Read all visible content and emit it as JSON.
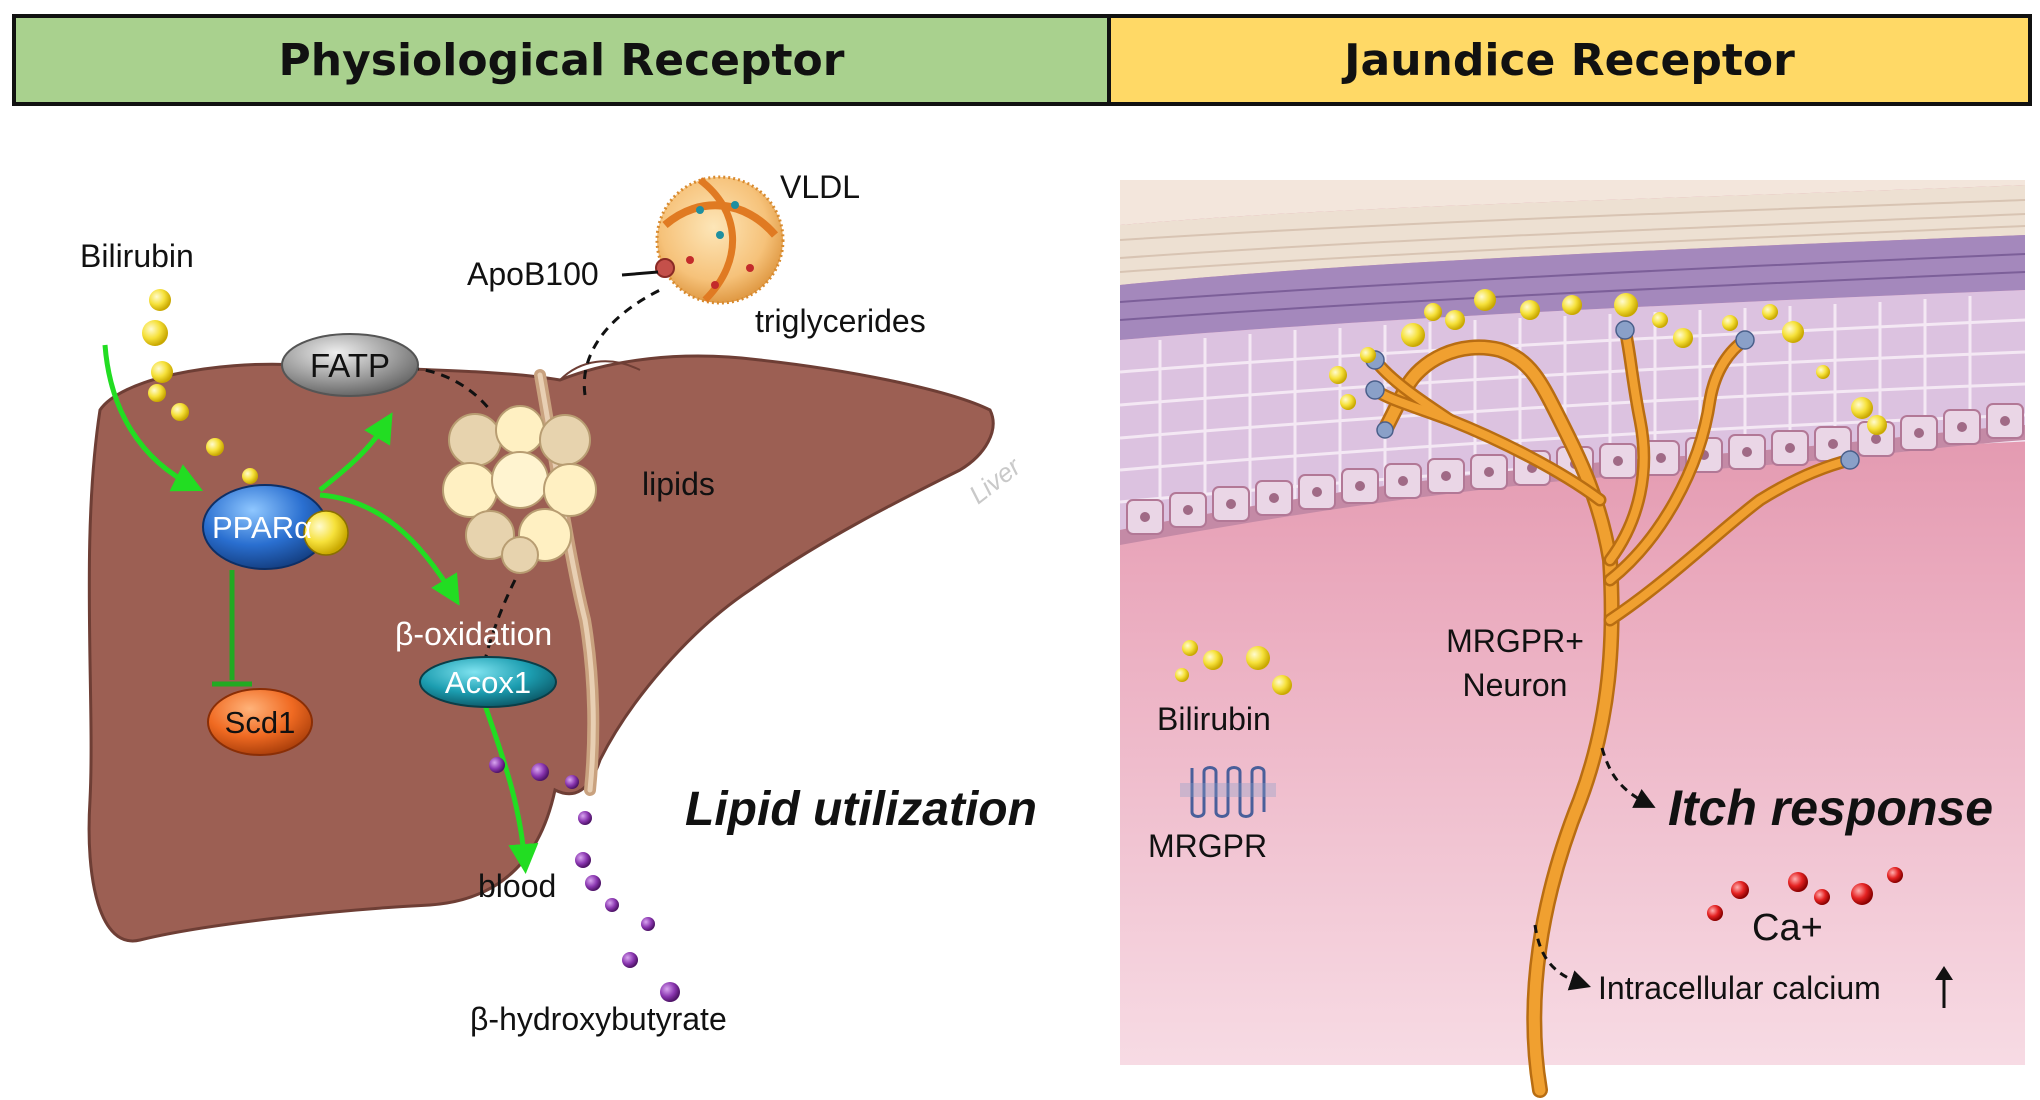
{
  "headers": {
    "left": "Physiological Receptor",
    "right": "Jaundice Receptor"
  },
  "liver": {
    "organ_label": "Liver",
    "bilirubin": "Bilirubin",
    "ppar": "PPARα",
    "fatp": "FATP",
    "scd1": "Scd1",
    "beta_oxidation": "β-oxidation",
    "acox1": "Acox1",
    "lipids": "lipids",
    "vldl": "VLDL",
    "apob100": "ApoB100",
    "triglycerides": "triglycerides",
    "blood": "blood",
    "hydroxybutyrate": "β-hydroxybutyrate",
    "lipid_utilization": "Lipid utilization"
  },
  "skin": {
    "bilirubin": "Bilirubin",
    "mrgpr": "MRGPR",
    "neuron_line1": "MRGPR+",
    "neuron_line2": "Neuron",
    "itch_response": "Itch response",
    "ca": "Ca+",
    "intracellular": "Intracellular calcium"
  },
  "colors": {
    "header_left": "#a9d18e",
    "header_right": "#ffd966",
    "liver": "#9c5f53",
    "arrow_green": "#22dd22",
    "neuron": "#f0a030",
    "bilirubin_dot": "#f6e13a",
    "ketone_dot": "#7a2a9a",
    "calcium_dot": "#e52222"
  }
}
